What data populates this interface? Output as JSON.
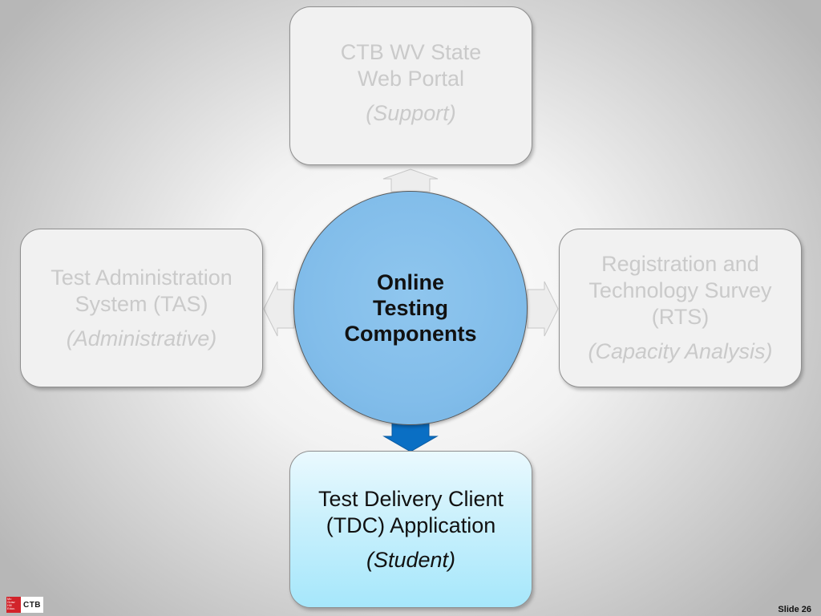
{
  "hub": {
    "label": "Online\nTesting\nComponents"
  },
  "components": {
    "top": {
      "title": "CTB WV State\nWeb Portal",
      "role": "(Support)"
    },
    "left": {
      "title": "Test Administration\nSystem (TAS)",
      "role": "(Administrative)"
    },
    "right": {
      "title": "Registration and\nTechnology Survey\n(RTS)",
      "role": "(Capacity Analysis)"
    },
    "bottom": {
      "title": "Test Delivery Client\n(TDC) Application",
      "role": "(Student)"
    }
  },
  "footer": {
    "logo_mark": "McGraw Hill Education",
    "logo_text": "CTB",
    "slide_number": "Slide 26"
  },
  "colors": {
    "hub_fill": "#82bdea",
    "active_box": "#bdeefc",
    "active_arrow": "#0a6fc4",
    "dim_box": "#f1f1f1",
    "dim_text": "#cacaca"
  }
}
